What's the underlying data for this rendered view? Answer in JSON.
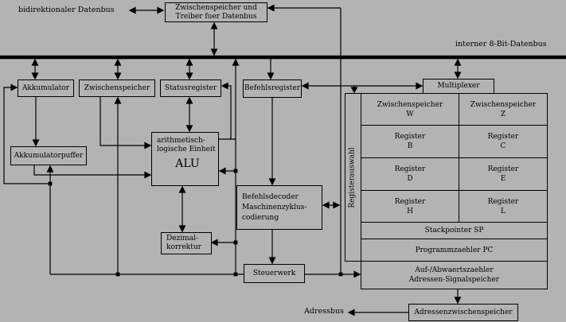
{
  "labels": {
    "bidirectional_bus": "bidirektionaler Datenbus",
    "internal_bus": "interner 8-Bit-Datenbus",
    "address_bus": "Adressbus"
  },
  "boxes": {
    "data_buffer": {
      "line1": "Zwischenspeicher und",
      "line2": "Treiber fuer Datenbus"
    },
    "akkumulator": "Akkumulator",
    "zwischenspeicher": "Zwischenspeicher",
    "statusregister": "Statusregister",
    "befehlsregister": "Befehlsregister",
    "akkumulatorpuffer": "Akkumulatorpuffer",
    "alu": {
      "line1": "arithmetisch-",
      "line2": "logische Einheit",
      "acronym": "ALU"
    },
    "dezimalkorrektur": {
      "line1": "Dezimal-",
      "line2": "korrektur"
    },
    "befehlsdecoder": {
      "line1": "Befehlsdecoder",
      "line2": "Maschinenzyklus-",
      "line3": "codierung"
    },
    "steuerwerk": "Steuerwerk",
    "multiplexer": "Multiplexer",
    "registerauswahl": "Registerauswahl",
    "adressenzwischenspeicher": "Adressenzwischenspeicher"
  },
  "register_block": {
    "rows": [
      {
        "left": {
          "line1": "Zwischenspeicher",
          "line2": "W"
        },
        "right": {
          "line1": "Zwischenspeicher",
          "line2": "Z"
        }
      },
      {
        "left": {
          "line1": "Register",
          "line2": "B"
        },
        "right": {
          "line1": "Register",
          "line2": "C"
        }
      },
      {
        "left": {
          "line1": "Register",
          "line2": "D"
        },
        "right": {
          "line1": "Register",
          "line2": "E"
        }
      },
      {
        "left": {
          "line1": "Register",
          "line2": "H"
        },
        "right": {
          "line1": "Register",
          "line2": "L"
        }
      },
      {
        "full": "Stackpointer SP"
      },
      {
        "full": "Programmzaehler PC"
      },
      {
        "full2": {
          "line1": "Auf-/Abwaertszaehler",
          "line2": "Adressen-Signalspeicher"
        }
      }
    ]
  },
  "colors": {
    "background": "#b3b3b3",
    "line": "#000000",
    "text": "#000000"
  }
}
